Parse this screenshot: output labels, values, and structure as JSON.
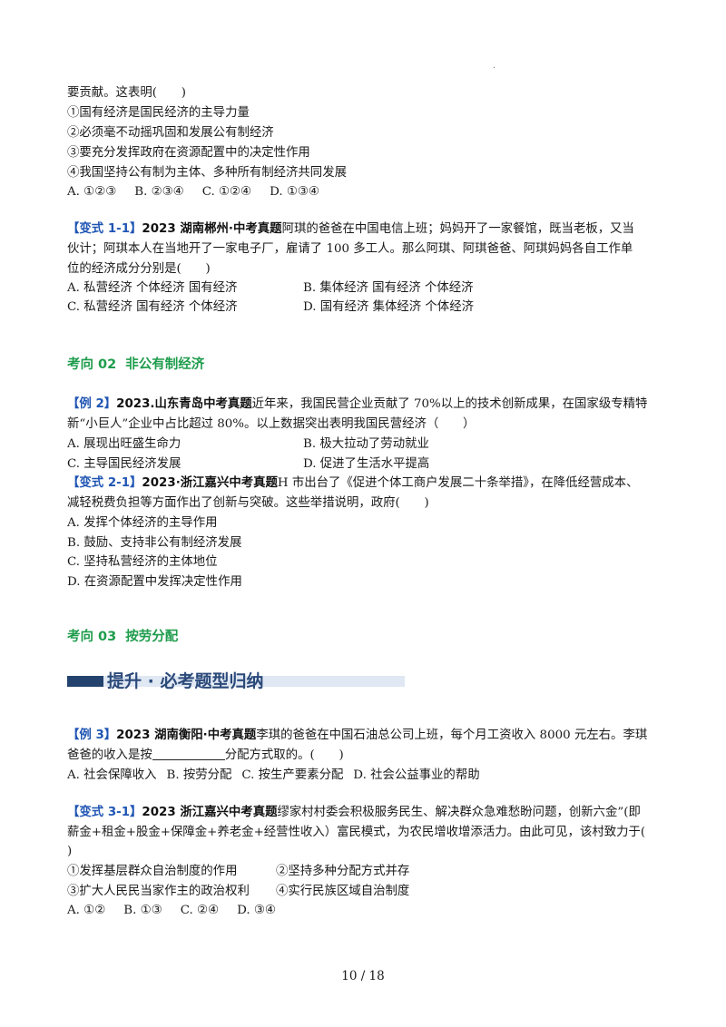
{
  "q_intro": {
    "line1": "要贡献。这表明(　　)",
    "opt1": "①国有经济是国民经济的主导力量",
    "opt2": "②必须毫不动摇巩固和发展公有制经济",
    "opt3": "③要充分发挥政府在资源配置中的决定性作用",
    "opt4": "④我国坚持公有制为主体、多种所有制经济共同发展",
    "choices": "A. ①②③  B. ②③④  C. ①②④  D. ①③④"
  },
  "v11": {
    "tag": "【变式 1-1】",
    "source": "2023 湖南郴州·中考真题",
    "line1": "阿琪的爸爸在中国电信上班；妈妈开了一家餐馆，既当老板，又当",
    "line2": "伙计；阿琪本人在当地开了一家电子厂，雇请了 100 多工人。那么阿琪、阿琪爸爸、阿琪妈妈各自工作单",
    "line3": "位的经济成分分别是(　　)",
    "optA": "A. 私营经济  个体经济  国有经济",
    "optB": "B. 集体经济  国有经济  个体经济",
    "optC": "C. 私营经济  国有经济  个体经济",
    "optD": "D. 国有经济  集体经济  个体经济"
  },
  "section02": {
    "num": "考向 02",
    "title": "非公有制经济"
  },
  "ex2": {
    "tag": "【例 2】",
    "source": "2023.山东青岛中考真题",
    "line1": "近年来，我国民营企业贡献了 70%以上的技术创新成果，在国家级专精特",
    "line2": "新“小巨人”企业中占比超过 80%。以上数据突出表明我国民营经济（　　）",
    "optA": "A. 展现出旺盛生命力",
    "optB": "B. 极大拉动了劳动就业",
    "optC": "C. 主导国民经济发展",
    "optD": "D. 促进了生活水平提高"
  },
  "v21": {
    "tag": "【变式 2-1】",
    "source": "2023·浙江嘉兴中考真题",
    "line1": "H 市出台了《促进个体工商户发展二十条举措》，在降低经营成本、",
    "line2": "减轻税费负担等方面作出了创新与突破。这些举措说明，政府(　　)",
    "optA": "A. 发挥个体经济的主导作用",
    "optB": "B. 鼓励、支持非公有制经济发展",
    "optC": "C. 坚持私营经济的主体地位",
    "optD": "D. 在资源配置中发挥决定性作用"
  },
  "section03": {
    "num": "考向 03",
    "title": "按劳分配"
  },
  "banner": {
    "text": "提升 · 必考题型归纳"
  },
  "ex3": {
    "tag": "【例 3】",
    "source": "2023 湖南衡阳·中考真题",
    "line1": "李琪的爸爸在中国石油总公司上班，每个月工资收入 8000 元左右。李琪",
    "line2a": "爸爸的收入是按",
    "line2b": "分配方式取的。(　　)",
    "choices": "A. 社会保障收入  B. 按劳分配  C. 按生产要素分配  D. 社会公益事业的帮助"
  },
  "v31": {
    "tag": "【变式 3-1】",
    "source": "2023 浙江嘉兴中考真题",
    "line1": "缪家村村委会积极服务民生、解决群众急难愁盼问题，创新六金”(即",
    "line2": "薪金+租金+股金+保障金+养老金+经营性收入）富民模式，为农民增收增添活力。由此可见，该村致力于(",
    "line3": ")",
    "opt1": "①发挥基层群众自治制度的作用",
    "opt2": "②坚持多种分配方式并存",
    "opt3": "③扩大人民民当家作主的政治权利",
    "opt4": "④实行民族区域自治制度",
    "choices": "A. ①②  B. ①③  C. ②④  D. ③④"
  },
  "page_number": "10 / 18"
}
